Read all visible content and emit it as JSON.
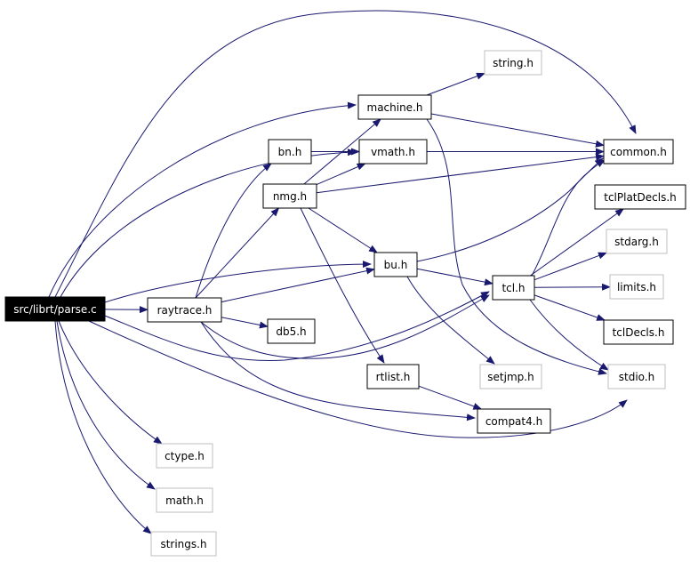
{
  "graph": {
    "colors": {
      "edge": "#191970",
      "root_fill": "#000000",
      "root_text": "#ffffff",
      "box_border": "#000000",
      "external_border": "#bfbfbf",
      "external_text": "#000000"
    },
    "nodes": [
      {
        "id": "parse",
        "label": "src/librt/parse.c",
        "style": "root"
      },
      {
        "id": "raytrace",
        "label": "raytrace.h",
        "style": "box"
      },
      {
        "id": "bn",
        "label": "bn.h",
        "style": "box"
      },
      {
        "id": "nmg",
        "label": "nmg.h",
        "style": "box"
      },
      {
        "id": "machine",
        "label": "machine.h",
        "style": "box"
      },
      {
        "id": "vmath",
        "label": "vmath.h",
        "style": "box"
      },
      {
        "id": "bu",
        "label": "bu.h",
        "style": "box"
      },
      {
        "id": "db5",
        "label": "db5.h",
        "style": "box"
      },
      {
        "id": "rtlist",
        "label": "rtlist.h",
        "style": "box"
      },
      {
        "id": "compat4",
        "label": "compat4.h",
        "style": "box"
      },
      {
        "id": "tcl",
        "label": "tcl.h",
        "style": "box"
      },
      {
        "id": "common",
        "label": "common.h",
        "style": "box"
      },
      {
        "id": "tclPlatDecls",
        "label": "tclPlatDecls.h",
        "style": "box"
      },
      {
        "id": "tclDecls",
        "label": "tclDecls.h",
        "style": "box"
      },
      {
        "id": "string",
        "label": "string.h",
        "style": "external"
      },
      {
        "id": "stdarg",
        "label": "stdarg.h",
        "style": "external"
      },
      {
        "id": "limits",
        "label": "limits.h",
        "style": "external"
      },
      {
        "id": "stdio",
        "label": "stdio.h",
        "style": "external"
      },
      {
        "id": "setjmp",
        "label": "setjmp.h",
        "style": "external"
      },
      {
        "id": "ctype",
        "label": "ctype.h",
        "style": "external"
      },
      {
        "id": "math",
        "label": "math.h",
        "style": "external"
      },
      {
        "id": "strings",
        "label": "strings.h",
        "style": "external"
      }
    ],
    "edges": [
      [
        "parse",
        "raytrace"
      ],
      [
        "parse",
        "common"
      ],
      [
        "parse",
        "machine"
      ],
      [
        "parse",
        "vmath"
      ],
      [
        "parse",
        "bu"
      ],
      [
        "parse",
        "tcl"
      ],
      [
        "parse",
        "stdio"
      ],
      [
        "parse",
        "ctype"
      ],
      [
        "parse",
        "math"
      ],
      [
        "parse",
        "strings"
      ],
      [
        "raytrace",
        "bn"
      ],
      [
        "raytrace",
        "nmg"
      ],
      [
        "raytrace",
        "bu"
      ],
      [
        "raytrace",
        "db5"
      ],
      [
        "raytrace",
        "tcl"
      ],
      [
        "raytrace",
        "compat4"
      ],
      [
        "bn",
        "vmath"
      ],
      [
        "nmg",
        "machine"
      ],
      [
        "nmg",
        "vmath"
      ],
      [
        "nmg",
        "common"
      ],
      [
        "nmg",
        "bu"
      ],
      [
        "nmg",
        "rtlist"
      ],
      [
        "machine",
        "string"
      ],
      [
        "machine",
        "common"
      ],
      [
        "machine",
        "stdio"
      ],
      [
        "vmath",
        "common"
      ],
      [
        "bu",
        "common"
      ],
      [
        "bu",
        "tcl"
      ],
      [
        "bu",
        "setjmp"
      ],
      [
        "rtlist",
        "compat4"
      ],
      [
        "tcl",
        "tclPlatDecls"
      ],
      [
        "tcl",
        "stdarg"
      ],
      [
        "tcl",
        "limits"
      ],
      [
        "tcl",
        "tclDecls"
      ],
      [
        "tcl",
        "stdio"
      ],
      [
        "tcl",
        "common"
      ]
    ]
  }
}
